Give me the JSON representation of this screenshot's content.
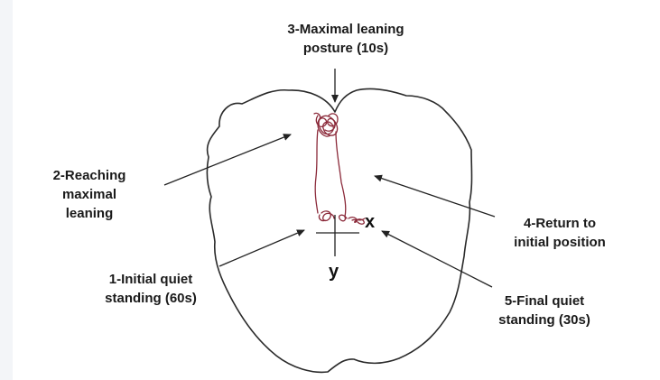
{
  "labels": {
    "maximal_leaning_posture": {
      "line1": "3-Maximal leaning",
      "line2": "posture (10s)"
    },
    "reaching_maximal_leaning": {
      "line1": "2-Reaching",
      "line2": "maximal",
      "line3": "leaning"
    },
    "return_to_initial_position": {
      "line1": "4-Return to",
      "line2": "initial position"
    },
    "initial_quiet_standing": {
      "line1": "1-Initial quiet",
      "line2": "standing (60s)"
    },
    "final_quiet_standing": {
      "line1": "5-Final quiet",
      "line2": "standing (30s)"
    }
  },
  "axes": {
    "x_label": "x",
    "y_label": "y"
  },
  "colors": {
    "outline": "#2a2a2a",
    "trajectory": "#8b2a3a",
    "arrow": "#222222",
    "text": "#1a1a1a"
  }
}
